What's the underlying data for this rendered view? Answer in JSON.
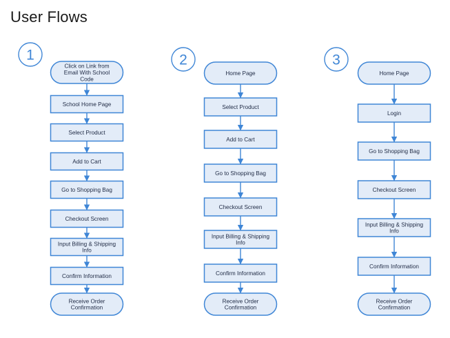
{
  "title": "User Flows",
  "colors": {
    "stroke": "#3f86d6",
    "fill": "#e3ecf8",
    "text": "#1f2a44",
    "badge": "#3f86d6"
  },
  "flows": [
    {
      "number": "1",
      "nodes": [
        {
          "shape": "terminal",
          "lines": [
            "Click on Link from",
            "Email With School",
            "Code"
          ]
        },
        {
          "shape": "process",
          "lines": [
            "School Home Page"
          ]
        },
        {
          "shape": "process",
          "lines": [
            "Select Product"
          ]
        },
        {
          "shape": "process",
          "lines": [
            "Add to Cart"
          ]
        },
        {
          "shape": "process",
          "lines": [
            "Go to Shopping Bag"
          ]
        },
        {
          "shape": "process",
          "lines": [
            "Checkout Screen"
          ]
        },
        {
          "shape": "process",
          "lines": [
            "Input Billing & Shipping",
            "Info"
          ]
        },
        {
          "shape": "process",
          "lines": [
            "Confirm Information"
          ]
        },
        {
          "shape": "terminal",
          "lines": [
            "Receive Order",
            "Confirmation"
          ]
        }
      ]
    },
    {
      "number": "2",
      "nodes": [
        {
          "shape": "terminal",
          "lines": [
            "Home Page"
          ]
        },
        {
          "shape": "process",
          "lines": [
            "Select Product"
          ]
        },
        {
          "shape": "process",
          "lines": [
            "Add to Cart"
          ]
        },
        {
          "shape": "process",
          "lines": [
            "Go to Shopping Bag"
          ]
        },
        {
          "shape": "process",
          "lines": [
            "Checkout Screen"
          ]
        },
        {
          "shape": "process",
          "lines": [
            "Input Billing & Shipping",
            "Info"
          ]
        },
        {
          "shape": "process",
          "lines": [
            "Confirm Information"
          ]
        },
        {
          "shape": "terminal",
          "lines": [
            "Receive Order",
            "Confirmation"
          ]
        }
      ]
    },
    {
      "number": "3",
      "nodes": [
        {
          "shape": "terminal",
          "lines": [
            "Home Page"
          ]
        },
        {
          "shape": "process",
          "lines": [
            "Login"
          ]
        },
        {
          "shape": "process",
          "lines": [
            "Go to Shopping Bag"
          ]
        },
        {
          "shape": "process",
          "lines": [
            "Checkout Screen"
          ]
        },
        {
          "shape": "process",
          "lines": [
            "Input Billing & Shipping",
            "Info"
          ]
        },
        {
          "shape": "process",
          "lines": [
            "Confirm Information"
          ]
        },
        {
          "shape": "terminal",
          "lines": [
            "Receive Order",
            "Confirmation"
          ]
        }
      ]
    }
  ]
}
